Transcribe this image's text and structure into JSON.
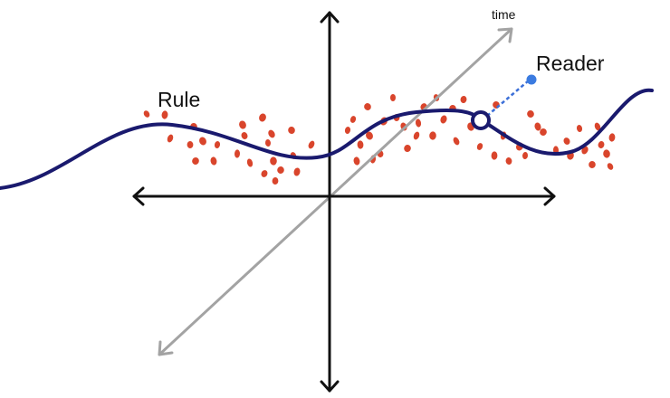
{
  "labels": {
    "rule": "Rule",
    "reader": "Reader",
    "time_axis": "time"
  },
  "colors": {
    "rule_curve": "#1a1a6e",
    "noise_dots": "#d9452c",
    "reader_dot": "#3b7be0",
    "reader_link": "#3b6fd8",
    "time_axis": "#a3a3a3",
    "axes": "#111111",
    "marker_fill": "#ffffff"
  },
  "icons": {
    "axis_arrowheads": "arrow-head-icon",
    "reader_marker": "open-circle-icon"
  }
}
